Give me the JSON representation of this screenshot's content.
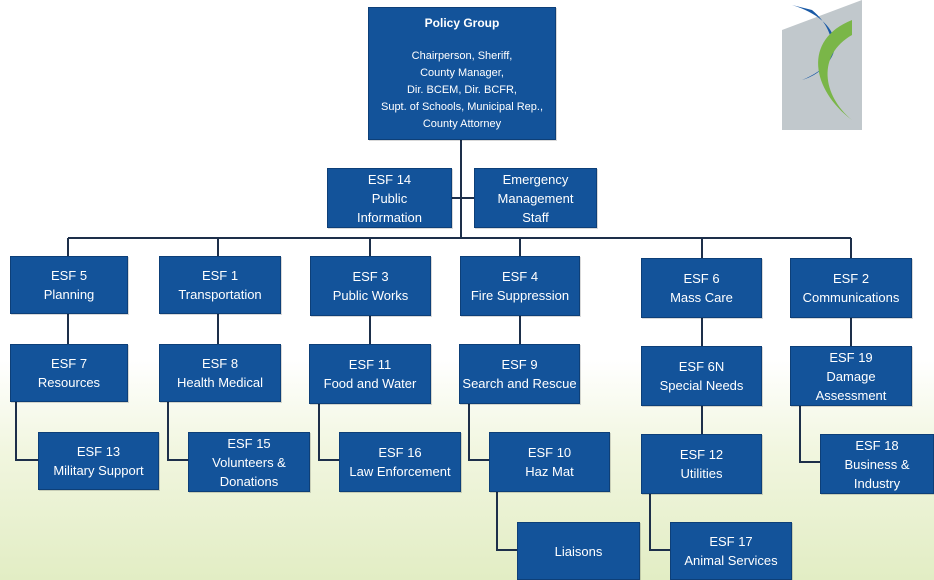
{
  "policy": {
    "title": "Policy Group",
    "lines": [
      "Chairperson, Sheriff,",
      "County Manager,",
      "Dir. BCEM, Dir. BCFR,",
      "Supt. of Schools, Municipal Rep.,",
      "County Attorney"
    ]
  },
  "mid": {
    "esf14": [
      "ESF 14",
      "Public",
      "Information"
    ],
    "ems": [
      "Emergency",
      "Management",
      "Staff"
    ]
  },
  "row1": [
    [
      "ESF 5",
      "Planning"
    ],
    [
      "ESF 1",
      "Transportation"
    ],
    [
      "ESF 3",
      "Public Works"
    ],
    [
      "ESF 4",
      "Fire Suppression"
    ],
    [
      "ESF 6",
      "Mass Care"
    ],
    [
      "ESF 2",
      "Communications"
    ]
  ],
  "row2": [
    [
      "ESF 7",
      "Resources"
    ],
    [
      "ESF 8",
      "Health Medical"
    ],
    [
      "ESF 11",
      "Food and Water"
    ],
    [
      "ESF 9",
      "Search and Rescue"
    ],
    [
      "ESF 6N",
      "Special Needs"
    ],
    [
      "ESF 19",
      "Damage",
      "Assessment"
    ]
  ],
  "row3": [
    [
      "ESF 13",
      "Military Support"
    ],
    [
      "ESF 15",
      "Volunteers &",
      "Donations"
    ],
    [
      "ESF 16",
      "Law Enforcement"
    ],
    [
      "ESF 10",
      "Haz Mat"
    ],
    [
      "ESF 12",
      "Utilities"
    ],
    [
      "ESF 18",
      "Business &",
      "Industry"
    ]
  ],
  "row4": {
    "liaisons": [
      "Liaisons"
    ],
    "esf17": [
      "ESF 17",
      "Animal Services"
    ]
  },
  "colors": {
    "box": "#13539a",
    "line": "#1d2f4a",
    "logo_blue": "#1a5aa6",
    "logo_green": "#7ab648",
    "logo_gray": "#8e9aa3"
  }
}
